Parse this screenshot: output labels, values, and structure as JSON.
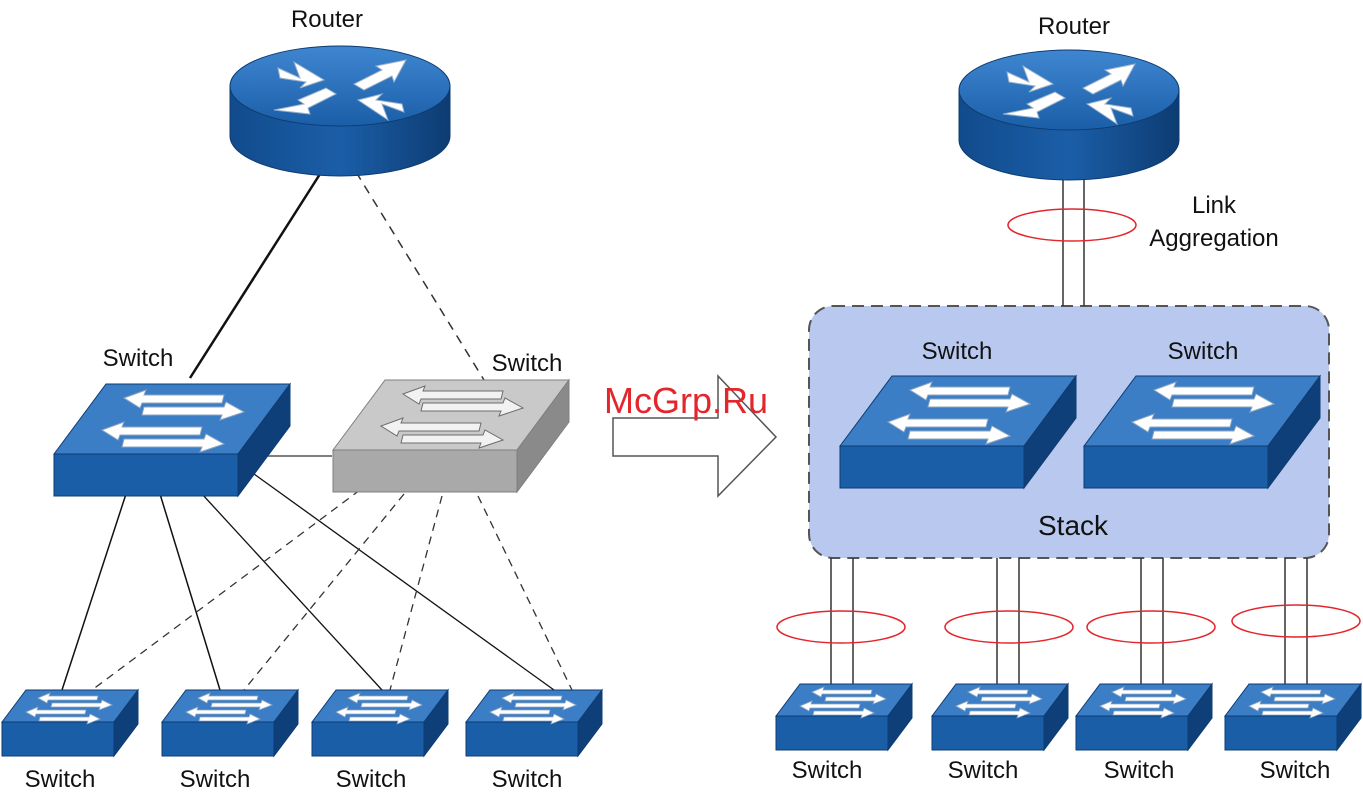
{
  "labels": {
    "left_router": "Router",
    "left_switch_a": "Switch",
    "left_switch_b": "Switch",
    "left_access": [
      "Switch",
      "Switch",
      "Switch",
      "Switch"
    ],
    "right_router": "Router",
    "link_agg_line1": "Link",
    "link_agg_line2": "Aggregation",
    "stack_switch_a": "Switch",
    "stack_switch_b": "Switch",
    "stack": "Stack",
    "right_access": [
      "Switch",
      "Switch",
      "Switch",
      "Switch"
    ],
    "watermark": "McGrp.Ru"
  },
  "colors": {
    "device_blue": "#1b5ea8",
    "device_blue_dark": "#0f3f78",
    "device_gray": "#a9a9a9",
    "stack_fill": "#b8c8ee",
    "lag_ring": "#e3262c"
  },
  "icons": [
    "router-icon",
    "switch-icon"
  ]
}
